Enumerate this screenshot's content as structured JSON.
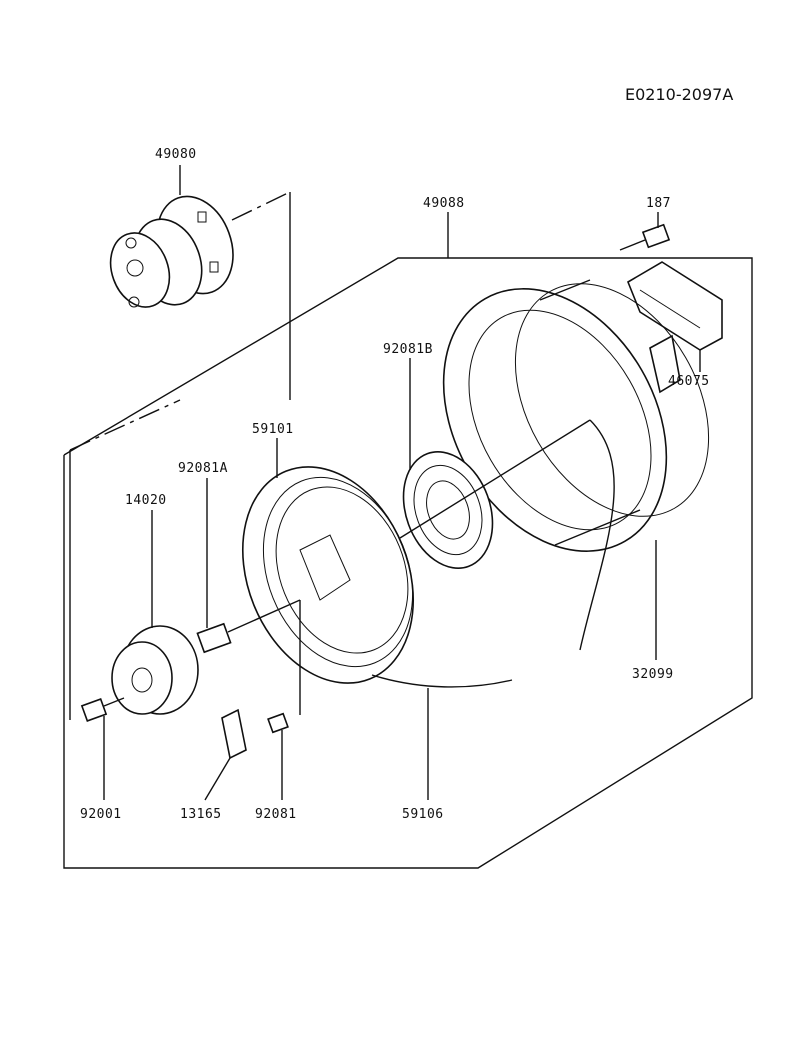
{
  "drawing_ref": "E0210-2097A",
  "labels": {
    "p49080": "49080",
    "p49088": "49088",
    "p187": "187",
    "p46075": "46075",
    "p92081B": "92081B",
    "p59101": "59101",
    "p92081A": "92081A",
    "p14020": "14020",
    "p32099": "32099",
    "p92001": "92001",
    "p13165": "13165",
    "p92081": "92081",
    "p59106": "59106"
  },
  "colors": {
    "ink": "#111111",
    "paper": "#ffffff"
  }
}
